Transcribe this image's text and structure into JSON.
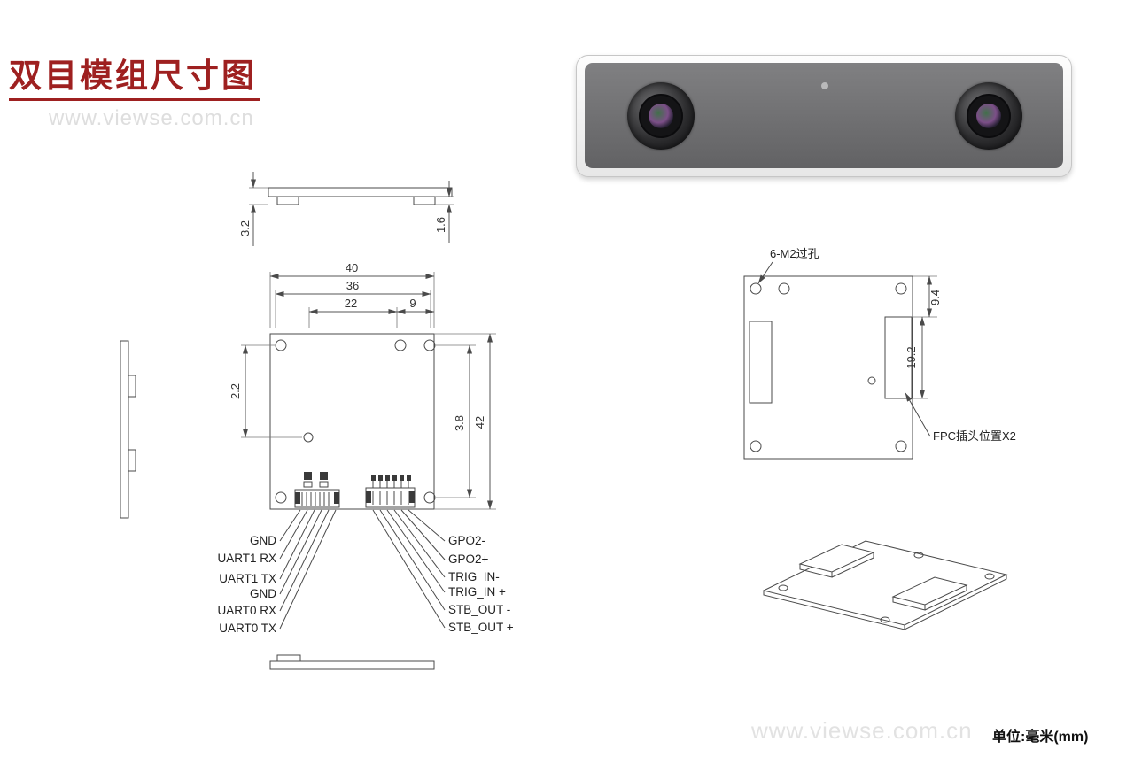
{
  "header": {
    "title": "双目模组尺寸图",
    "watermark": "www.viewse.com.cn"
  },
  "footer": {
    "watermark": "www.viewse.com.cn",
    "unit_label": "单位:毫米(mm)"
  },
  "top_profile": {
    "dim_left": "3.2",
    "dim_right": "1.6"
  },
  "front_view": {
    "dim_width": "40",
    "dim_inner_width": "36",
    "dim_hole_span": "22",
    "dim_edge": "9",
    "dim_hole_offset": "2.2",
    "dim_conn_offset": "3.8",
    "dim_height": "42",
    "pins_left": [
      "GND",
      "UART1  RX",
      "UART1  TX",
      "GND",
      "UART0  RX",
      "UART0  TX"
    ],
    "pins_right": [
      "GPO2-",
      "GPO2+",
      "TRIG_IN-",
      "TRIG_IN +",
      "STB_OUT -",
      "STB_OUT +"
    ]
  },
  "back_view": {
    "hole_callout": "6-M2过孔",
    "dim_top": "9.4",
    "dim_connector": "19.2",
    "fpc_callout": "FPC插头位置X2"
  }
}
